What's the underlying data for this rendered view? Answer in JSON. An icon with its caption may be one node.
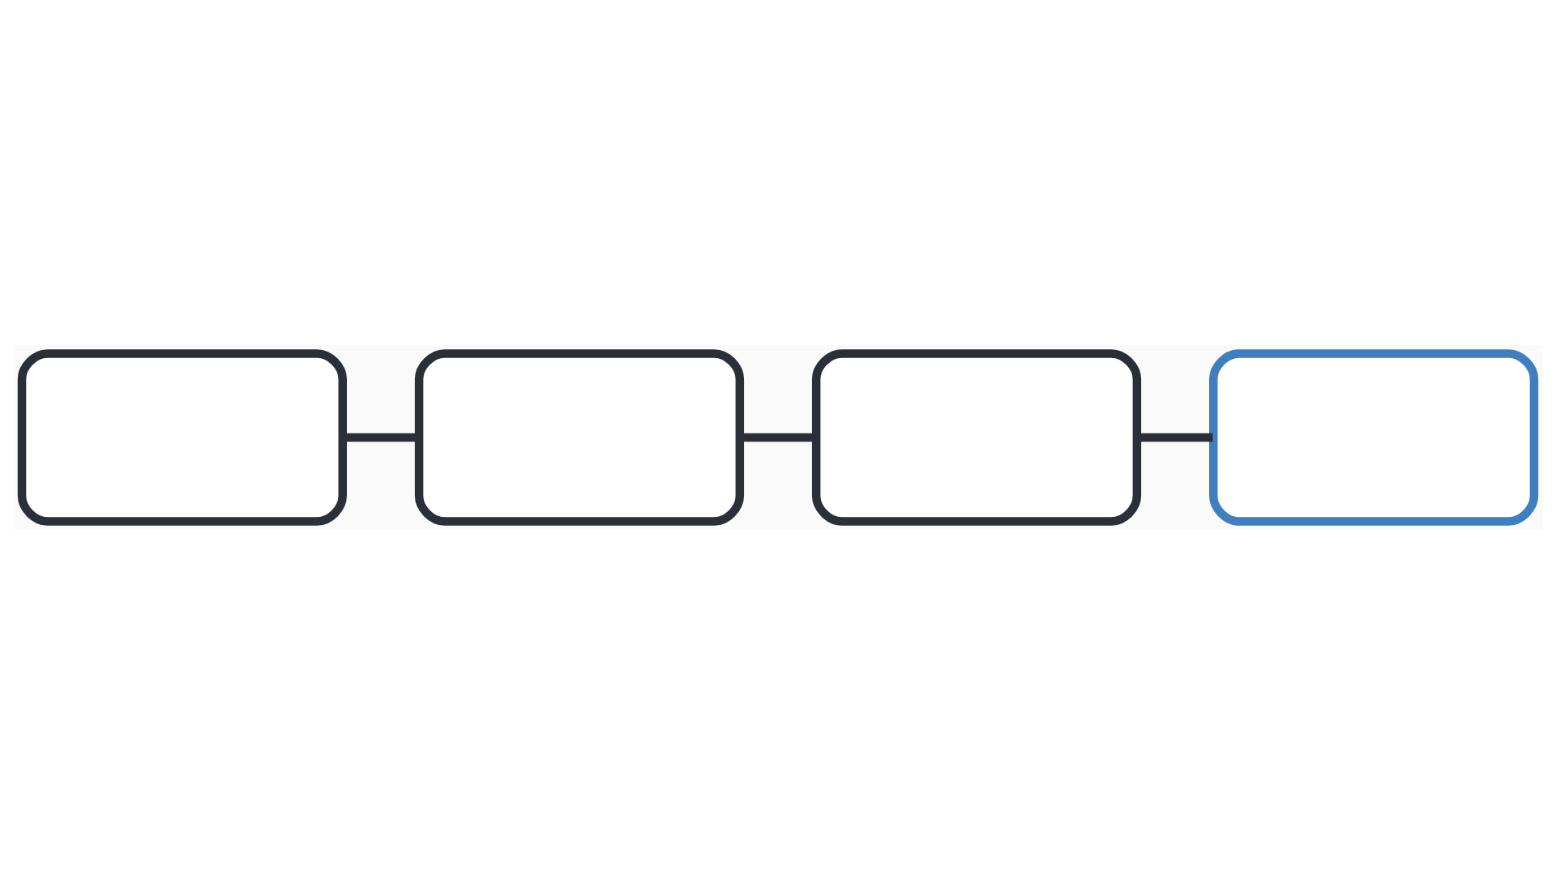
{
  "diagram": {
    "nodes": [
      {
        "text": [],
        "shape": "box"
      },
      {
        "text": [],
        "shape": "box"
      },
      {
        "text": [],
        "shape": "box"
      },
      {
        "text": [],
        "shape": "box"
      }
    ],
    "edges": [
      {
        "from": 0,
        "to": 1,
        "arrow": "none"
      },
      {
        "from": 1,
        "to": 2,
        "arrow": "none"
      },
      {
        "from": 2,
        "to": 3,
        "arrow": "none"
      }
    ]
  }
}
